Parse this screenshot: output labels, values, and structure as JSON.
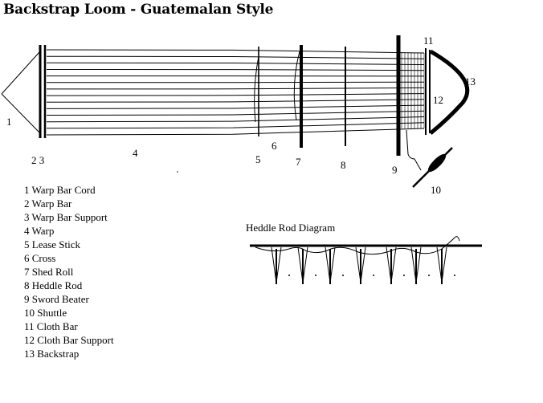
{
  "title": "Backstrap Loom - Guatemalan Style",
  "labels": {
    "n1": "1",
    "n2_3": "2 3",
    "n4": "4",
    "n5": "5",
    "n6": "6",
    "n7": "7",
    "n8": "8",
    "n9": "9",
    "n10": "10",
    "n11": "11",
    "n12": "12",
    "n13": "13"
  },
  "legend": [
    "1  Warp Bar Cord",
    "2  Warp Bar",
    "3  Warp Bar Support",
    "4  Warp",
    "5  Lease Stick",
    "6  Cross",
    "7  Shed Roll",
    "8  Heddle Rod",
    "9  Sword Beater",
    "10 Shuttle",
    "11 Cloth Bar",
    "12 Cloth Bar Support",
    "13 Backstrap"
  ],
  "heddle_diagram": {
    "title": "Heddle Rod Diagram"
  }
}
